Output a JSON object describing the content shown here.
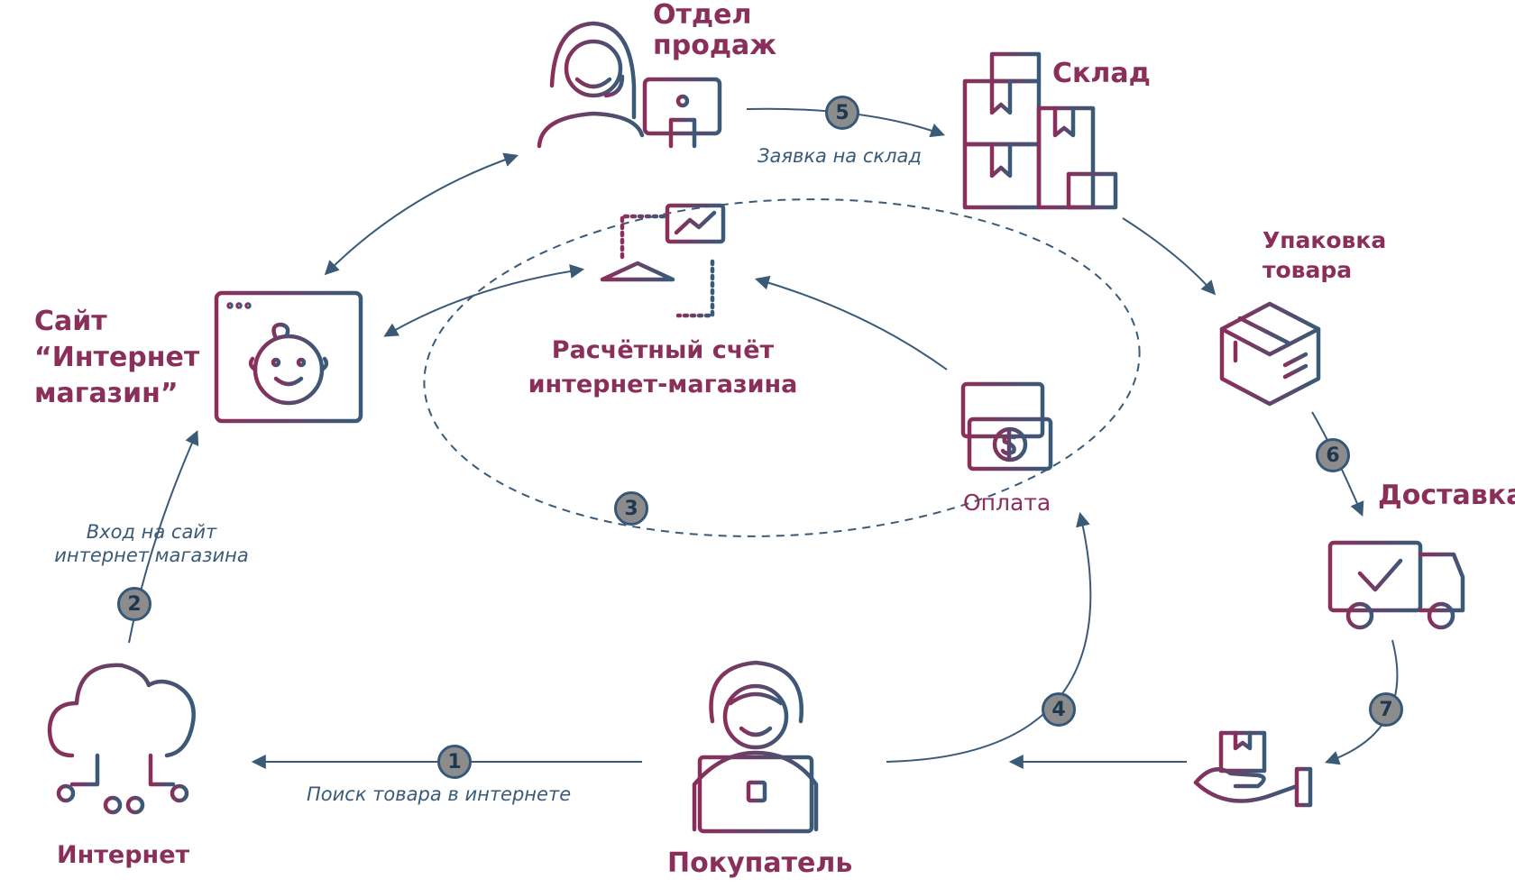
{
  "colors": {
    "primary": "#8a2f5a",
    "secondary": "#3a5a78",
    "badge_fill": "#8c8c8c",
    "badge_border": "#35587a"
  },
  "nodes": {
    "sales_department": "Отдел\nпродаж",
    "warehouse": "Склад",
    "packing": "Упаковка\nтовара",
    "delivery": "Доставка",
    "website": "Сайт\n“Интернет\nмагазин”",
    "bank_account": "Расчётный счёт\nинтернет-магазина",
    "payment": "Оплата",
    "internet": "Интернет",
    "buyer": "Покупатель"
  },
  "captions": {
    "warehouse_request": "Заявка на склад",
    "site_login": "Вход на сайт\nинтернет магазина",
    "product_search": "Поиск товара в интернете"
  },
  "steps": [
    "1",
    "2",
    "3",
    "4",
    "5",
    "6",
    "7"
  ],
  "icons": [
    "operator-icon",
    "warehouse-boxes-icon",
    "package-box-icon",
    "delivery-truck-icon",
    "hand-package-icon",
    "website-baby-icon",
    "bank-building-icon",
    "payment-cards-icon",
    "cloud-network-icon",
    "user-laptop-icon"
  ]
}
